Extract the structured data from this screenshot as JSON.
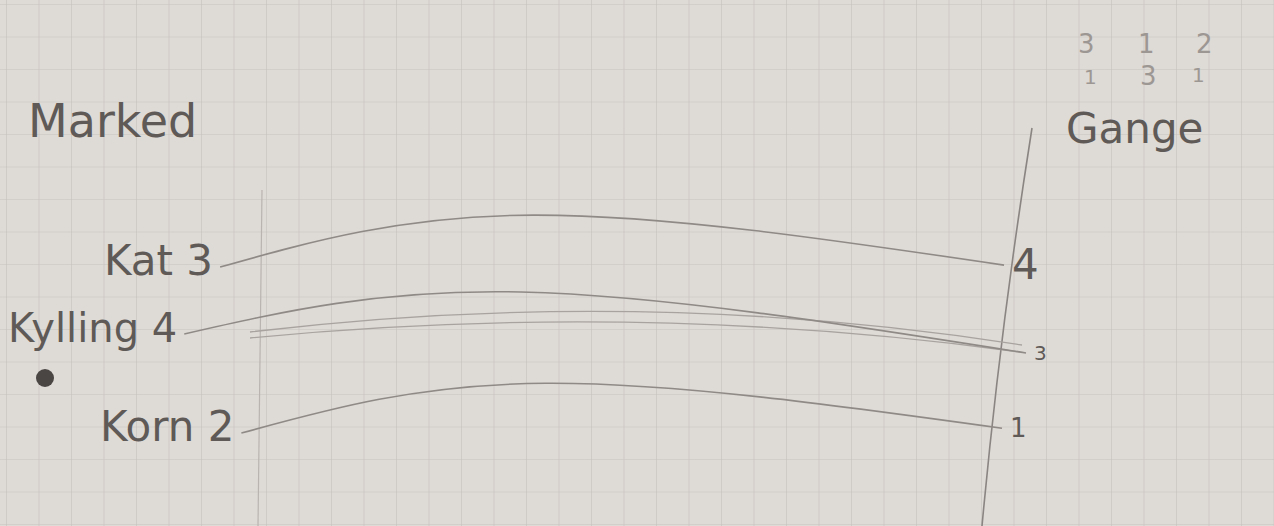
{
  "diagram": {
    "nodes": [
      {
        "text": [
          "Kat 3"
        ]
      },
      {
        "text": [
          "4"
        ]
      },
      {
        "text": [
          "Kylling 4"
        ]
      },
      {
        "text": [
          "3"
        ]
      },
      {
        "text": [
          "Korn 2"
        ]
      },
      {
        "text": [
          "1"
        ]
      }
    ],
    "edges": [
      {
        "from": 0,
        "to": 1,
        "arrow": "none"
      },
      {
        "from": 2,
        "to": 3,
        "arrow": "none"
      },
      {
        "from": 4,
        "to": 5,
        "arrow": "none"
      }
    ],
    "labels": [
      "Marked",
      "Gange",
      "3",
      "1",
      "2",
      "1",
      "3",
      "1"
    ]
  }
}
